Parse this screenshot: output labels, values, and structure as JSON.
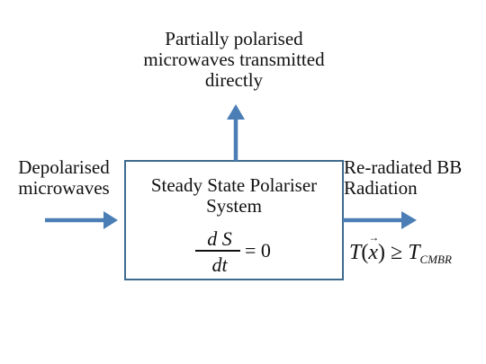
{
  "top_label": {
    "lines": [
      "Partially polarised",
      "microwaves transmitted",
      "directly"
    ]
  },
  "left_label": {
    "lines": [
      "Depolarised",
      "microwaves"
    ]
  },
  "right_label": {
    "lines": [
      "Re-radiated BB",
      "Radiation"
    ]
  },
  "box": {
    "title_lines": [
      "Steady State Polariser",
      "System"
    ],
    "equation": {
      "numerator": "d S",
      "denominator": "dt",
      "rhs": "= 0"
    }
  },
  "temperature_relation": {
    "lhs_symbol": "T",
    "open_paren": "(",
    "variable": "x",
    "vector_mark": "→",
    "close_paren": ")",
    "operator": "≥",
    "rhs_symbol": "T",
    "rhs_subscript": "CMBR"
  },
  "colors": {
    "arrow": "#4a7eb5",
    "box_border": "#3d6a8f",
    "text": "#111111"
  }
}
